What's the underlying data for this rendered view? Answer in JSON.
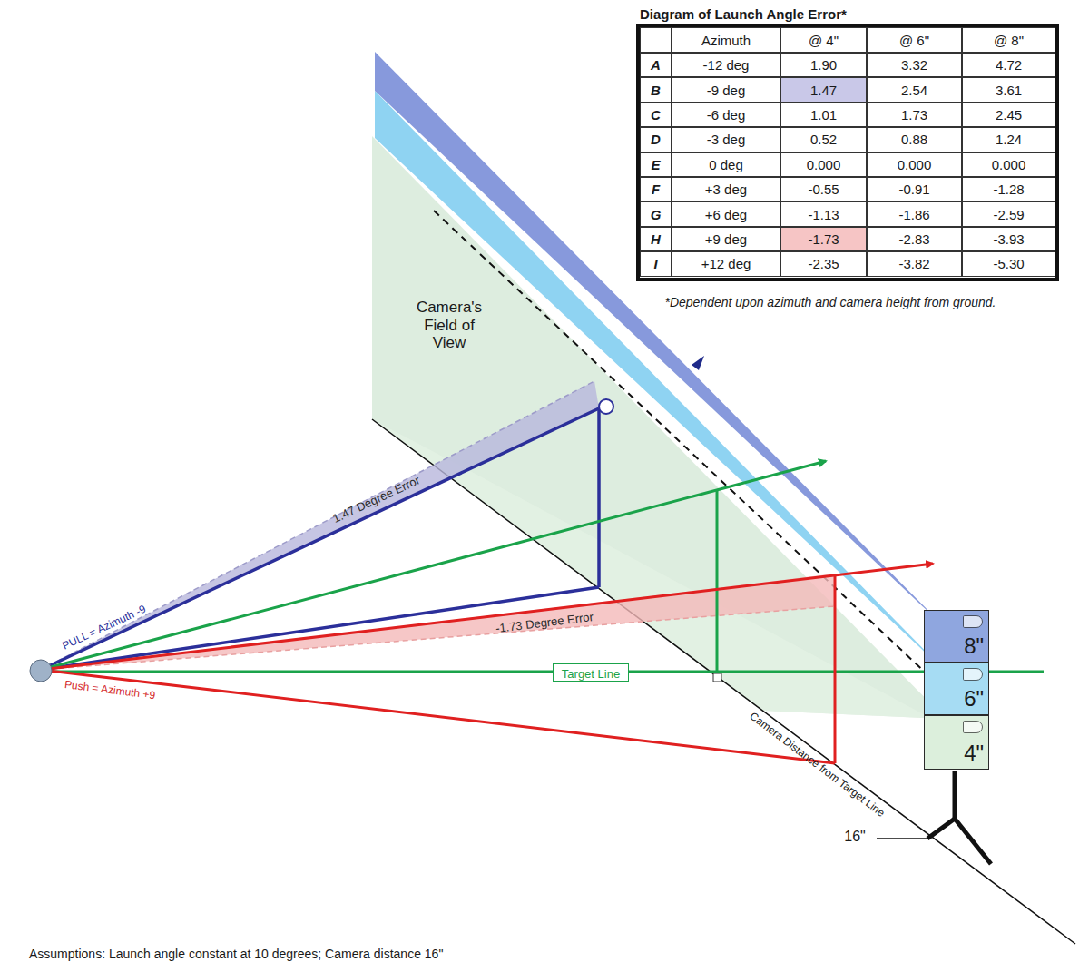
{
  "diagram": {
    "title": "Diagram of Launch Angle Error*",
    "caption": "Assumptions: Launch angle constant at 10 degrees; Camera distance 16\"",
    "nodes": [
      {
        "text": [
          "Target Line"
        ]
      },
      {
        "text": [
          "8\""
        ]
      },
      {
        "text": [
          "6\""
        ]
      },
      {
        "text": [
          "4\""
        ]
      }
    ],
    "labels": [
      "Azimuth",
      "@ 4\"",
      "@ 6\"",
      "@ 8\"",
      "A",
      "-12 deg",
      "1.90",
      "3.32",
      "4.72",
      "B",
      "-9 deg",
      "1.47",
      "2.54",
      "3.61",
      "C",
      "-6 deg",
      "1.01",
      "1.73",
      "2.45",
      "D",
      "-3 deg",
      "0.52",
      "0.88",
      "1.24",
      "E",
      "0 deg",
      "0.000",
      "0.000",
      "0.000",
      "F",
      "+3 deg",
      "-0.55",
      "-0.91",
      "-1.28",
      "G",
      "+6 deg",
      "-1.13",
      "-1.86",
      "-2.59",
      "H",
      "+9 deg",
      "-1.73",
      "-2.83",
      "-3.93",
      "I",
      "+12 deg",
      "-2.35",
      "-3.82",
      "-5.30",
      "*Dependent upon azimuth and camera height from ground.",
      "Camera's Field of View",
      "1.47 Degree Error",
      "PULL = Azimuth -9",
      "-1.73 Degree Error",
      "Push = Azimuth +9",
      "Camera Distance from Target Line",
      "16\""
    ]
  }
}
